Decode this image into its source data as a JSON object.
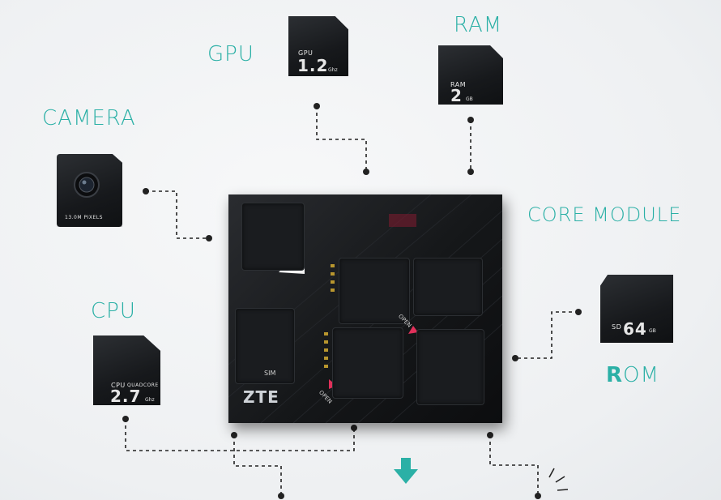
{
  "labels": {
    "gpu": "GPU",
    "ram": "RAM",
    "camera": "CAMERA",
    "core_module": "CORE MODULE",
    "cpu": "CPU",
    "rom_first": "R",
    "rom_rest": "OM"
  },
  "chips": {
    "gpu": {
      "line1": "GPU",
      "value": "1.2",
      "unit": "Ghz"
    },
    "ram": {
      "line1": "RAM",
      "value": "2",
      "unit": "GB"
    },
    "camera": {
      "caption": "13.0M PIXELS"
    },
    "cpu": {
      "line1": "CPU",
      "line1b": "QUADCORE",
      "value": "2.7",
      "unit": "Ghz"
    },
    "rom": {
      "line1": "SD",
      "value": "64",
      "unit": "GB"
    }
  },
  "module": {
    "brand": "ZTE",
    "sim": "SIM",
    "open1": "OPEN",
    "open2": "OPEN"
  },
  "colors": {
    "accent": "#2bb0a6",
    "chip_dark": "#17191c",
    "dotted_line": "#222222",
    "open_red": "#e0305a"
  },
  "icons": [
    "down-arrow-icon",
    "sd-card-icon",
    "camera-lens-icon"
  ]
}
